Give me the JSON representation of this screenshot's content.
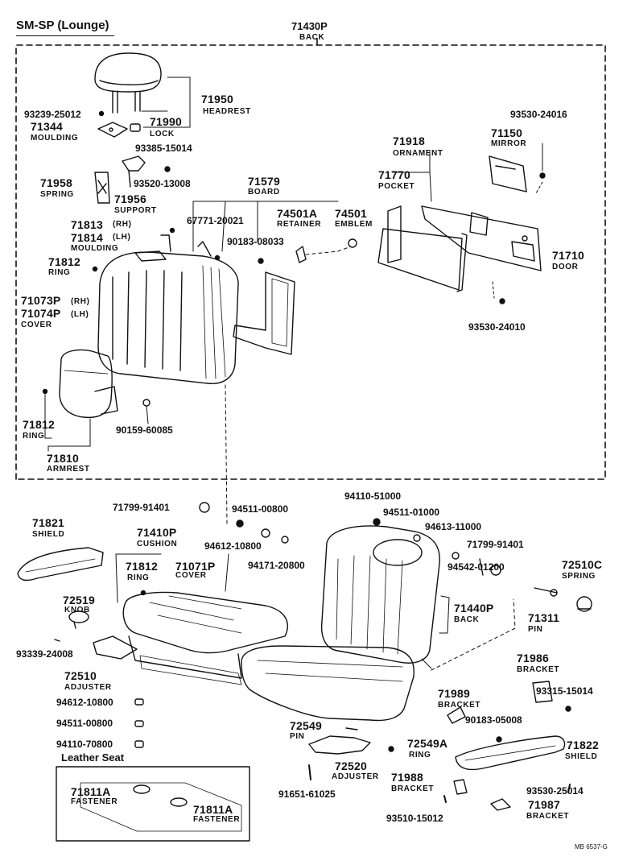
{
  "header": {
    "model": "SM-SP (Lounge)",
    "back_number": "71430P",
    "back_name": "BACK"
  },
  "labels": {
    "headrest_num": "71950",
    "headrest_name": "HEADREST",
    "lock_num": "71990",
    "lock_name": "LOCK",
    "p93239": "93239-25012",
    "moulding_top_num": "71344",
    "moulding_top_name": "MOULDING",
    "p93385": "93385-15014",
    "p93520": "93520-13008",
    "spring_num": "71958",
    "spring_name": "SPRING",
    "support_num": "71956",
    "support_name": "SUPPORT",
    "board_num": "71579",
    "board_name": "BOARD",
    "p67771": "67771-20021",
    "retainer_num": "74501A",
    "retainer_name": "RETAINER",
    "emblem_num": "74501",
    "emblem_name": "EMBLEM",
    "p90183_08": "90183-08033",
    "moulding_rh": "71813",
    "moulding_rh_tag": "(RH)",
    "moulding_lh": "71814",
    "moulding_lh_tag": "(LH)",
    "moulding_side_name": "MOULDING",
    "ring_top_num": "71812",
    "ring_top_name": "RING",
    "cover_rh": "71073P",
    "cover_rh_tag": "(RH)",
    "cover_lh": "71074P",
    "cover_lh_tag": "(LH)",
    "cover_name": "COVER",
    "ring_mid_num": "71812",
    "ring_mid_name": "RING",
    "armrest_num": "71810",
    "armrest_name": "ARMREST",
    "p90159": "90159-60085",
    "ornament_num": "71918",
    "ornament_name": "ORNAMENT",
    "pocket_num": "71770",
    "pocket_name": "POCKET",
    "mirror_num": "71150",
    "mirror_name": "MIRROR",
    "p93530_16": "93530-24016",
    "door_num": "71710",
    "door_name": "DOOR",
    "p93530_10": "93530-24010",
    "shield_l_num": "71821",
    "shield_l_name": "SHIELD",
    "p71799_a": "71799-91401",
    "cushion_num": "71410P",
    "cushion_name": "CUSHION",
    "p94511_08a": "94511-00800",
    "p94612_a": "94612-10800",
    "p94171": "94171-20800",
    "ring_cush_num": "71812",
    "ring_cush_name": "RING",
    "cover_cush_num": "71071P",
    "cover_cush_name": "COVER",
    "knob_num": "72519",
    "knob_name": "KNOB",
    "p93339": "93339-24008",
    "adjuster_l_num": "72510",
    "adjuster_l_name": "ADJUSTER",
    "p94612_b": "94612-10800",
    "p94511_08b": "94511-00800",
    "p94110_70": "94110-70800",
    "leather_title": "Leather Seat",
    "fastener1_num": "71811A",
    "fastener1_name": "FASTENER",
    "fastener2_num": "71811A",
    "fastener2_name": "FASTENER",
    "p94110_51": "94110-51000",
    "p94511_10": "94511-01000",
    "p94613": "94613-11000",
    "p71799_b": "71799-91401",
    "spring_r_num": "72510C",
    "spring_r_name": "SPRING",
    "p94542": "94542-01200",
    "back_r_num": "71440P",
    "back_r_name": "BACK",
    "pin_r_num": "71311",
    "pin_r_name": "PIN",
    "bracket86_num": "71986",
    "bracket86_name": "BRACKET",
    "p93315": "93315-15014",
    "bracket89_num": "71989",
    "bracket89_name": "BRACKET",
    "p90183_05": "90183-05008",
    "pin_b_num": "72549",
    "pin_b_name": "PIN",
    "ring_b_num": "72549A",
    "ring_b_name": "RING",
    "adjuster_b_num": "72520",
    "adjuster_b_name": "ADJUSTER",
    "shield_r_num": "71822",
    "shield_r_name": "SHIELD",
    "p91651": "91651-61025",
    "bracket88_num": "71988",
    "bracket88_name": "BRACKET",
    "p93530_25": "93530-25014",
    "p93510": "93510-15012",
    "bracket87_num": "71987",
    "bracket87_name": "BRACKET",
    "figure_code": "MB 6537-G"
  }
}
